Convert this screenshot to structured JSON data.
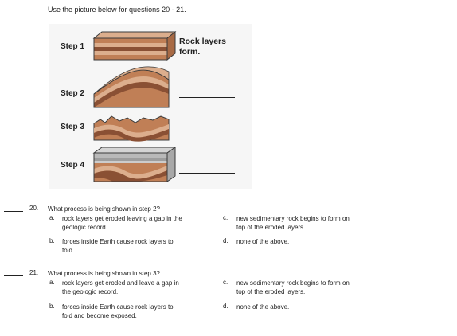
{
  "intro": "Use the picture below for questions 20 - 21.",
  "figure": {
    "steps": [
      {
        "label": "Step 1",
        "caption_line1": "Rock layers",
        "caption_line2": "form."
      },
      {
        "label": "Step 2"
      },
      {
        "label": "Step 3"
      },
      {
        "label": "Step 4"
      }
    ],
    "colors": {
      "light": "#dcae8d",
      "mid": "#c07f56",
      "dark": "#8a5034",
      "gray": "#b9b9b9",
      "outline": "#3a3a3a"
    }
  },
  "questions": [
    {
      "number": "20.",
      "text": "What process is being shown in step 2?",
      "options": [
        {
          "letter": "a.",
          "lines": [
            "rock layers get eroded leaving a gap in the",
            "geologic record."
          ]
        },
        {
          "letter": "b.",
          "lines": [
            "forces inside Earth cause rock layers to",
            "fold."
          ]
        },
        {
          "letter": "c.",
          "lines": [
            "new sedimentary rock begins to form on",
            "top of the eroded layers."
          ]
        },
        {
          "letter": "d.",
          "lines": [
            "none of the above."
          ]
        }
      ]
    },
    {
      "number": "21.",
      "text": "What process is being shown in step 3?",
      "options": [
        {
          "letter": "a.",
          "lines": [
            "rock layers get eroded and leave a gap in",
            "the geologic record."
          ]
        },
        {
          "letter": "b.",
          "lines": [
            "forces inside Earth cause rock layers to",
            "fold and become exposed."
          ]
        },
        {
          "letter": "c.",
          "lines": [
            "new sedimentary rock begins to form on",
            "top of the eroded layers."
          ]
        },
        {
          "letter": "d.",
          "lines": [
            "none of the above."
          ]
        }
      ]
    }
  ]
}
